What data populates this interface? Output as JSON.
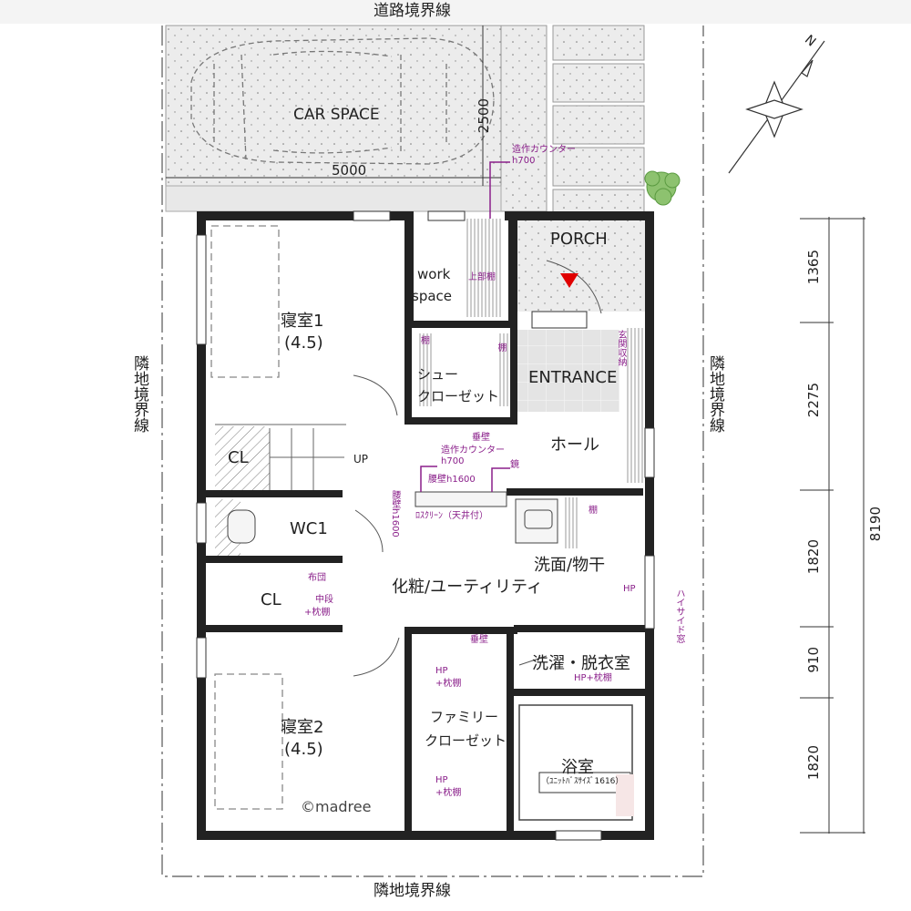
{
  "plan": {
    "boundary_road": "道路境界線",
    "boundary_neighbor": "隣地境界線",
    "car_space": {
      "label": "CAR SPACE",
      "width": "5000",
      "depth": "2500"
    },
    "counter_top": {
      "line1": "造作カウンター",
      "line2": "h700"
    },
    "porch": "PORCH",
    "work_space": {
      "line1": "work",
      "line2": "space"
    },
    "upper_shelf": "上部棚",
    "shelf": "棚",
    "genkan_storage": "玄関収納",
    "shoe_closet": {
      "line1": "シュー",
      "line2": "クローゼット"
    },
    "entrance": "ENTRANCE",
    "hall": "ホール",
    "bedroom1": {
      "name": "寝室1",
      "size": "(4.5)"
    },
    "cl": "CL",
    "up": "UP",
    "wc": "WC1",
    "hanging_wall": "垂壁",
    "counter_mid": {
      "line1": "造作カウンター",
      "line2": "h700"
    },
    "mirror": "鏡",
    "waist_wall": "腰壁h1600",
    "screen": "ﾛｽｸﾘｰﾝ（天井付）",
    "waist_wall_vert": "腰壁h1600",
    "senmen": "洗面/物干",
    "futon": "布団",
    "chudan": {
      "line1": "中段",
      "line2": "+枕棚"
    },
    "utility": "化粧/ユーティリティ",
    "hp": "HP",
    "high_side": "ハイサイド窓",
    "laundry": "洗濯・脱衣室",
    "hp_shelf": "HP+枕棚",
    "hp_stack": {
      "line1": "HP",
      "line2": "+枕棚"
    },
    "family_closet": {
      "line1": "ファミリー",
      "line2": "クローゼット"
    },
    "bedroom2": {
      "name": "寝室2",
      "size": "(4.5)"
    },
    "bath": {
      "name": "浴室",
      "note": "（ﾕﾆｯﾄﾊﾞｽｻｲｽﾞ1616）"
    },
    "copyright": "©madree",
    "north": "N",
    "dims": {
      "d1": "1365",
      "d2": "2275",
      "d3": "1820",
      "d4": "910",
      "d5": "1820",
      "total": "8190"
    }
  }
}
